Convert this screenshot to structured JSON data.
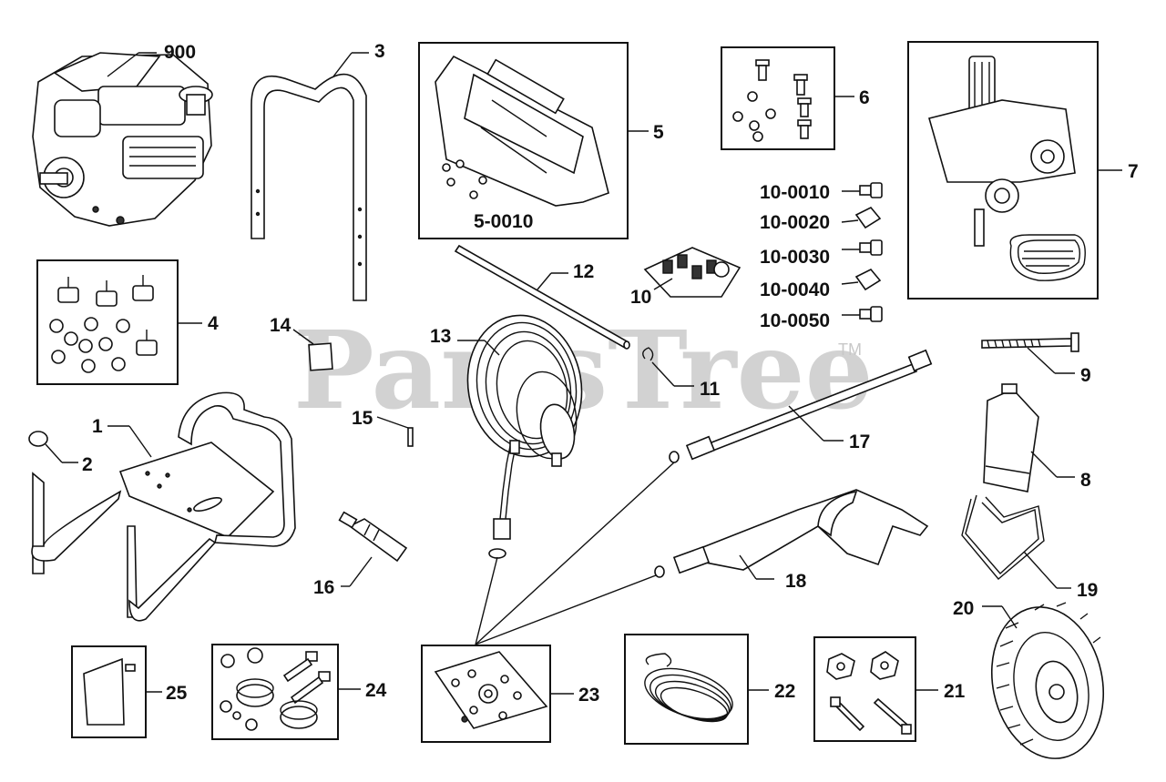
{
  "watermark": {
    "text": "PartsTree",
    "tm": "TM"
  },
  "callouts": {
    "c900": "900",
    "c3": "3",
    "c5": "5",
    "c5_0010": "5-0010",
    "c6": "6",
    "c7": "7",
    "c4": "4",
    "c14": "14",
    "c12": "12",
    "c10": "10",
    "c13": "13",
    "c11": "11",
    "c10_0010": "10-0010",
    "c10_0020": "10-0020",
    "c10_0030": "10-0030",
    "c10_0040": "10-0040",
    "c10_0050": "10-0050",
    "c9": "9",
    "c1": "1",
    "c2": "2",
    "c15": "15",
    "c17": "17",
    "c8": "8",
    "c16": "16",
    "c18": "18",
    "c19": "19",
    "c20": "20",
    "c25": "25",
    "c24": "24",
    "c23": "23",
    "c22": "22",
    "c21": "21"
  }
}
